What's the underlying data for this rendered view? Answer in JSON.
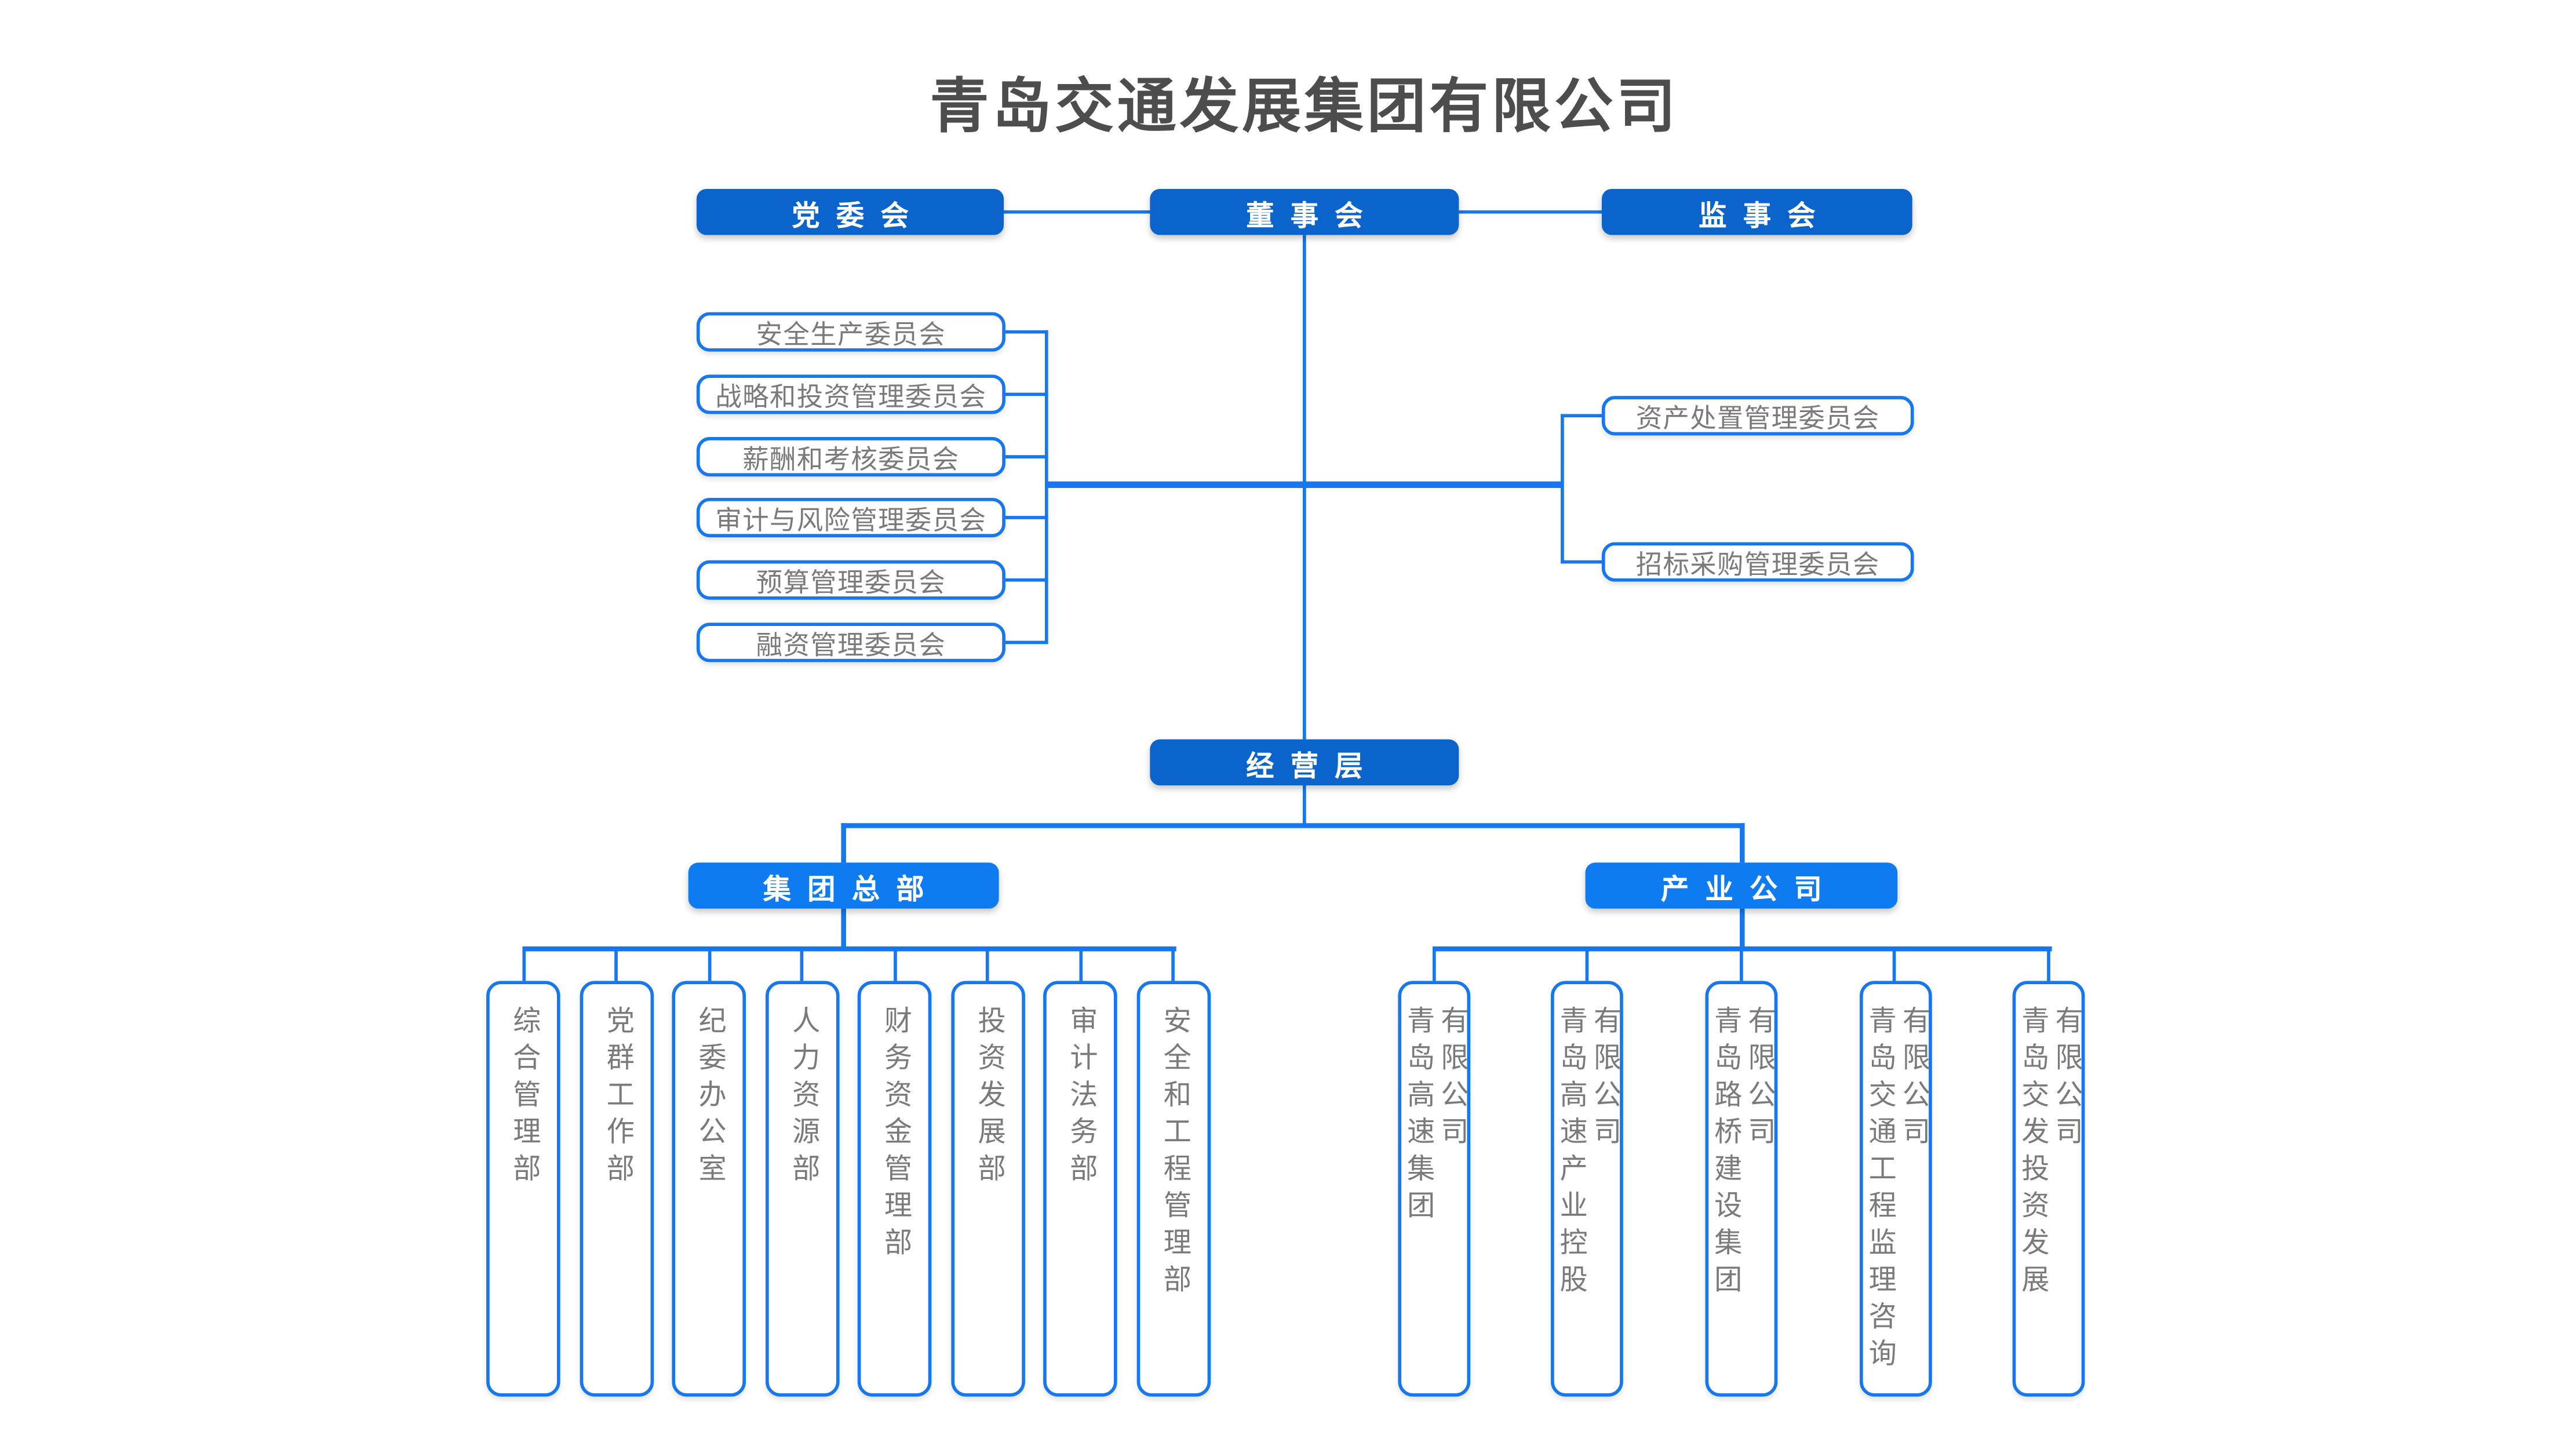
{
  "title": "青岛交通发展集团有限公司",
  "top_row": [
    "党委会",
    "董事会",
    "监事会"
  ],
  "board_committees_left": [
    "安全生产委员会",
    "战略和投资管理委员会",
    "薪酬和考核委员会",
    "审计与风险管理委员会",
    "预算管理委员会",
    "融资管理委员会"
  ],
  "board_committees_right": [
    "资产处置管理委员会",
    "招标采购管理委员会"
  ],
  "management_label": "经营层",
  "group_headquarters": {
    "label": "集团总部",
    "departments": [
      "综合管理部",
      "党群工作部",
      "纪委办公室",
      "人力资源部",
      "财务资金管理部",
      "投资发展部",
      "审计法务部",
      "安全和工程管理部"
    ]
  },
  "industry_companies": {
    "label": "产业公司",
    "companies": [
      {
        "name": "青岛高速集团",
        "suffix": "有限公司"
      },
      {
        "name": "青岛高速产业控股",
        "suffix": "有限公司"
      },
      {
        "name": "青岛路桥建设集团",
        "suffix": "有限公司"
      },
      {
        "name": "青岛交通工程监理咨询",
        "suffix": "有限公司"
      },
      {
        "name": "青岛交发投资发展",
        "suffix": "有限公司"
      }
    ]
  },
  "colors": {
    "dark_blue": "#0a64cc",
    "bright_blue": "#0e7bf0",
    "line_blue": "#1677f0",
    "box_border_blue": "#1677f0",
    "body_text_gray": "#7a7a7a",
    "title_gray": "#4d4d4d"
  }
}
